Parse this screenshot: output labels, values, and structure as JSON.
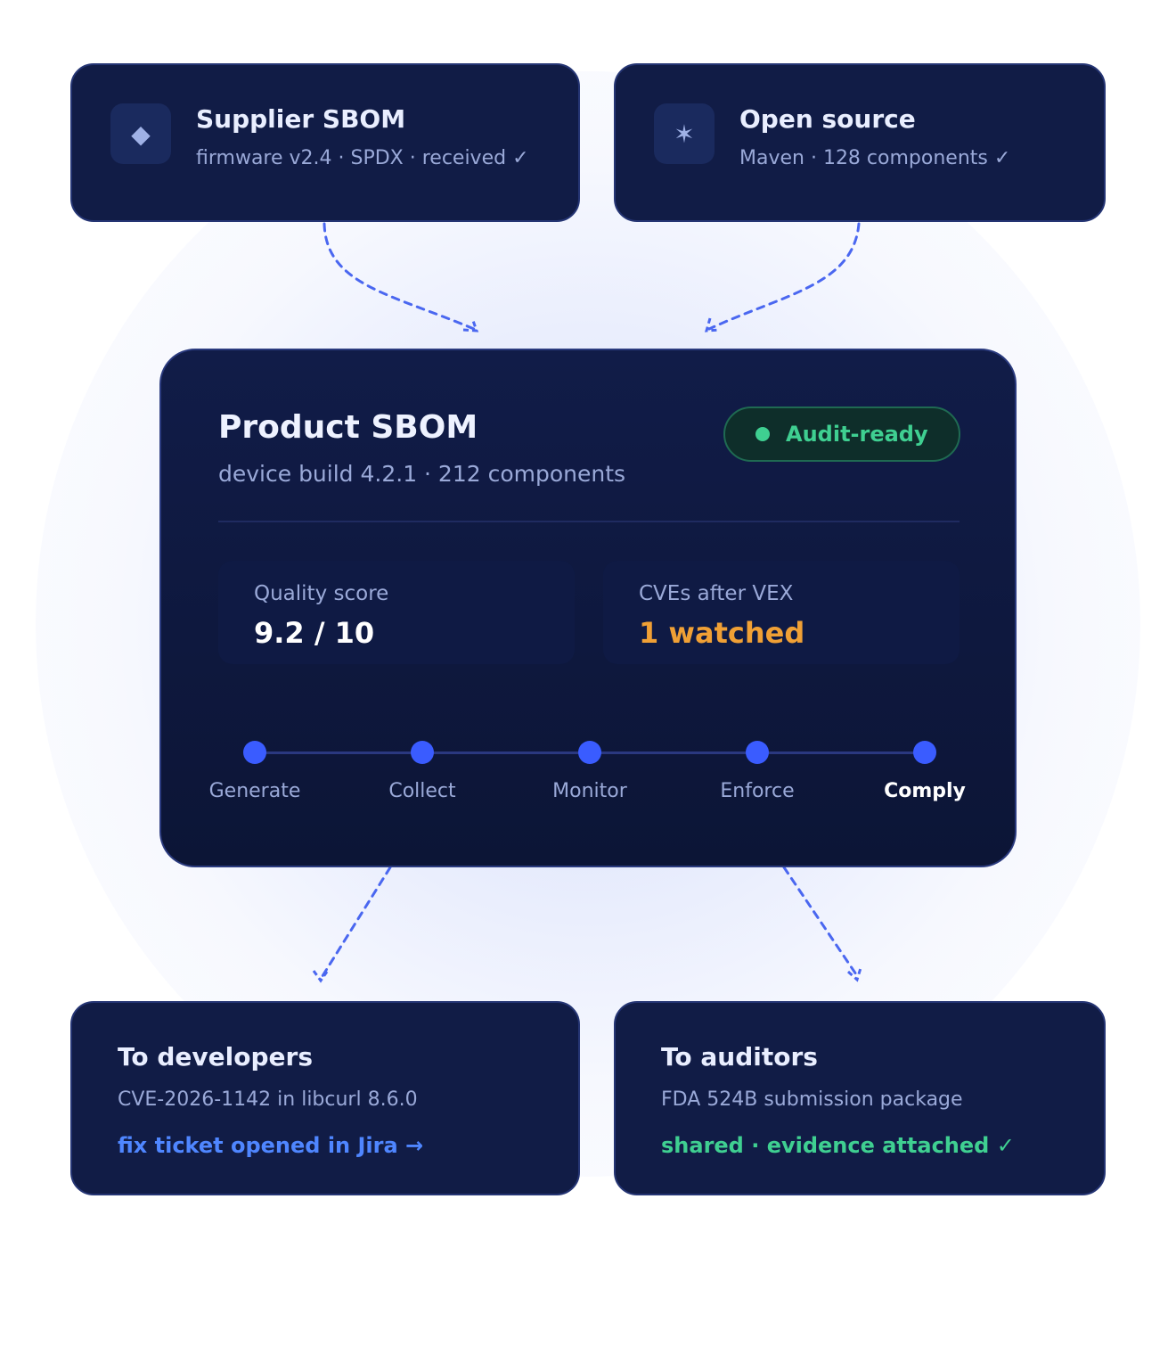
{
  "colors": {
    "card_bg": "#111c46",
    "accent_blue": "#3a5cff",
    "connector": "#4a67f0",
    "quality_value": "#ffffff",
    "warning_orange": "#f0a035",
    "success_green": "#3fcf91",
    "link_blue": "#4f86ff"
  },
  "sources": [
    {
      "icon": "diamond-icon",
      "glyph": "◆",
      "title": "Supplier SBOM",
      "subtitle": "firmware v2.4 · SPDX · received ✓"
    },
    {
      "icon": "spark-icon",
      "glyph": "✶",
      "title": "Open source",
      "subtitle": "Maven · 128 components ✓"
    }
  ],
  "product": {
    "title": "Product SBOM",
    "subtitle": "device build 4.2.1 · 212 components",
    "badge": "Audit-ready",
    "metrics": [
      {
        "label": "Quality score",
        "value": "9.2 / 10"
      },
      {
        "label": "CVEs after VEX",
        "value": "1 watched"
      }
    ],
    "steps": [
      "Generate",
      "Collect",
      "Monitor",
      "Enforce",
      "Comply"
    ],
    "current_step": "Comply"
  },
  "outputs": [
    {
      "title": "To developers",
      "subtitle": "CVE-2026-1142 in libcurl 8.6.0",
      "action": "fix ticket opened in Jira →"
    },
    {
      "title": "To auditors",
      "subtitle": "FDA 524B submission package",
      "action": "shared · evidence attached",
      "check": "✓"
    }
  ]
}
